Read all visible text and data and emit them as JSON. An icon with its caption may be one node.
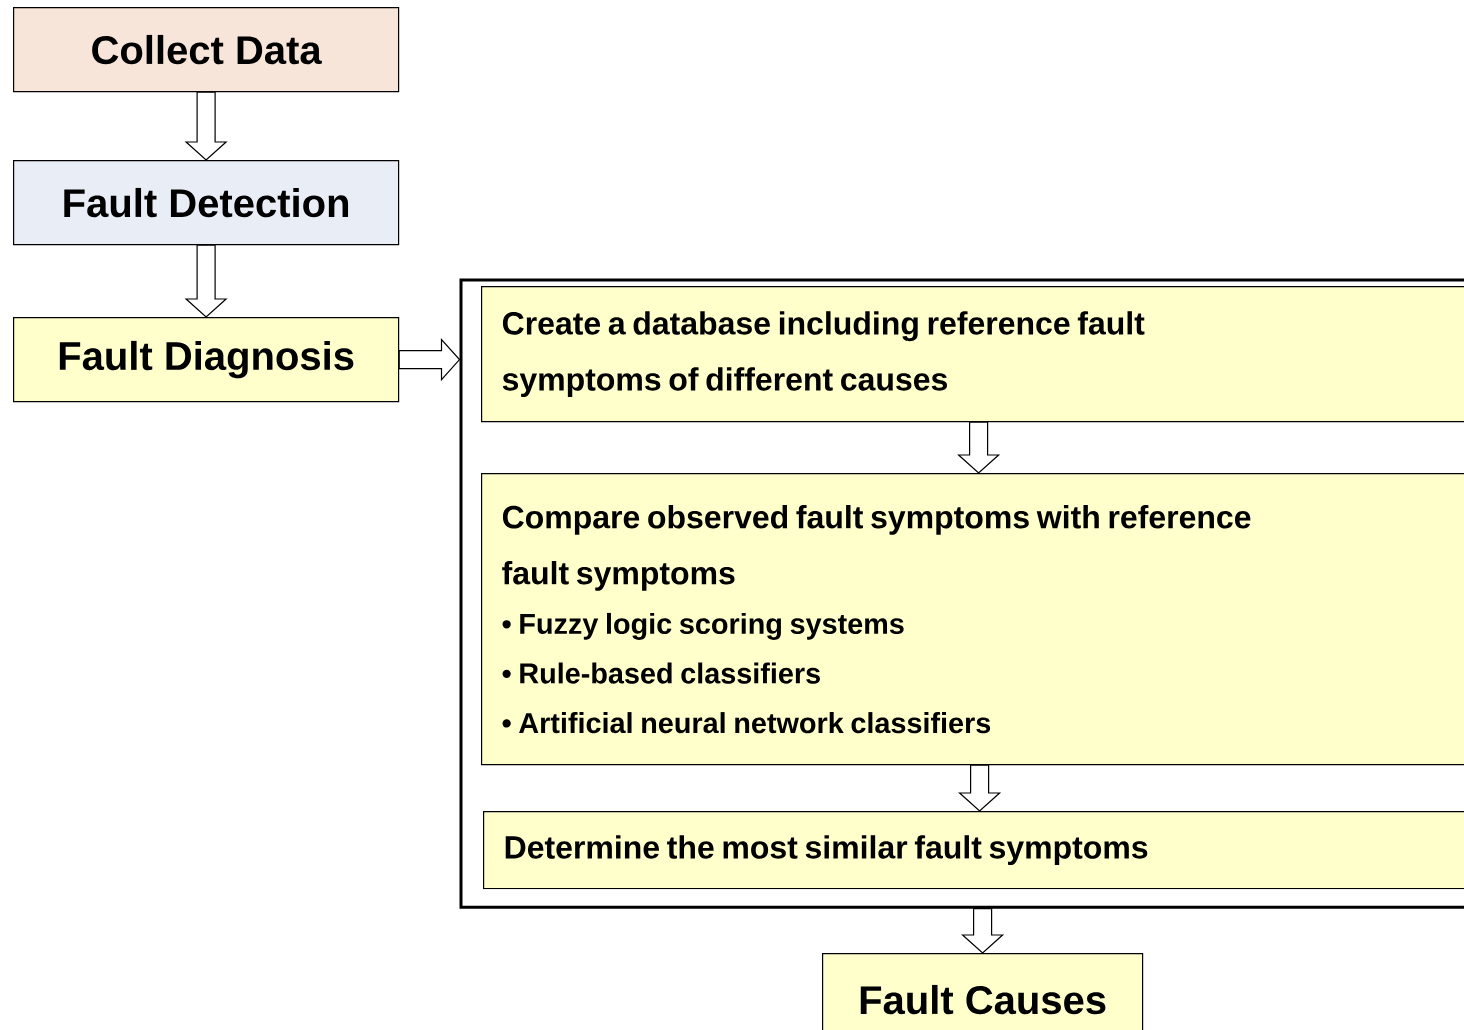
{
  "diagram": {
    "nodes": [
      {
        "text": [
          "Collect Data"
        ]
      },
      {
        "text": [
          "Fault Detection"
        ]
      },
      {
        "text": [
          "Fault Diagnosis"
        ]
      },
      {
        "text": [],
        "shape": "box"
      },
      {
        "text": [
          "Create a database including reference fault symptoms of different causes"
        ],
        "in": 3
      },
      {
        "text": [
          "Compare observed fault symptoms with reference fault symptoms",
          "• Fuzzy logic scoring systems",
          "• Rule-based classifiers",
          "• Artificial neural network classifiers"
        ],
        "in": 3
      },
      {
        "text": [
          "Determine the most similar fault symptoms"
        ],
        "in": 3
      },
      {
        "text": [
          "Fault Causes"
        ]
      }
    ],
    "edges": [
      {
        "from": 0,
        "to": 1,
        "arrow": "to"
      },
      {
        "from": 1,
        "to": 2,
        "arrow": "to"
      },
      {
        "from": 2,
        "to": 3,
        "arrow": "to"
      },
      {
        "from": 4,
        "to": 5,
        "arrow": "to"
      },
      {
        "from": 5,
        "to": 6,
        "arrow": "to"
      },
      {
        "from": 3,
        "to": 7,
        "arrow": "to"
      }
    ]
  }
}
